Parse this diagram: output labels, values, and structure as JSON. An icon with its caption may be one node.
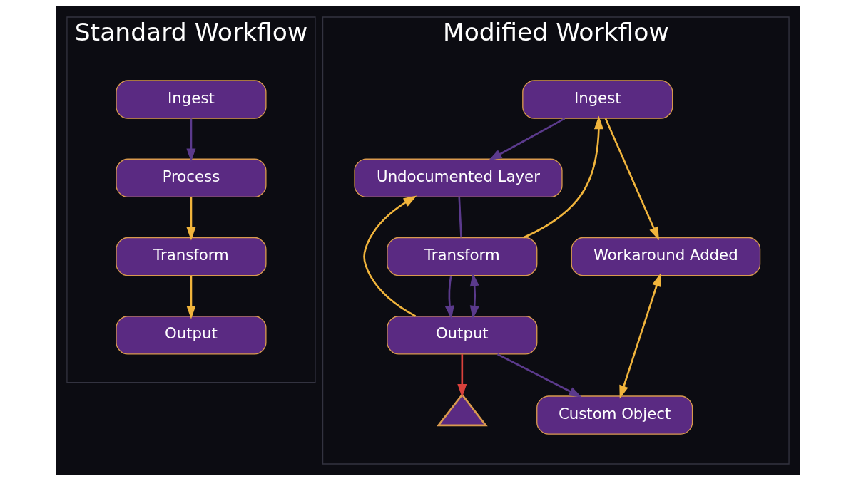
{
  "diagram": {
    "nodes": [
      {
        "text": [
          "Standard Workflow"
        ]
      },
      {
        "text": [
          "Ingest"
        ],
        "in": 0
      },
      {
        "text": [
          "Process"
        ],
        "in": 0
      },
      {
        "text": [
          "Transform"
        ],
        "in": 0
      },
      {
        "text": [
          "Output"
        ],
        "in": 0
      },
      {
        "text": [
          "Modified Workflow"
        ]
      },
      {
        "text": [
          "Ingest"
        ],
        "in": 5
      },
      {
        "text": [
          "Custom Object"
        ],
        "in": 5
      },
      {
        "text": [
          "Undocumented Layer"
        ],
        "in": 5
      },
      {
        "text": [
          "Transform"
        ],
        "in": 5
      },
      {
        "text": [
          "Workaround Added"
        ],
        "in": 5
      },
      {
        "text": [
          "Output"
        ],
        "in": 5
      },
      {
        "text": [],
        "shape": "triangle",
        "in": 5
      }
    ],
    "edges": [
      {
        "from": 1,
        "to": 2,
        "arrow": "to",
        "color": "#5b3a8c"
      },
      {
        "from": 2,
        "to": 3,
        "arrow": "to",
        "color": "#f0b43c"
      },
      {
        "from": 3,
        "to": 4,
        "arrow": "to",
        "color": "#f0b43c"
      },
      {
        "from": 6,
        "to": 8,
        "arrow": "to",
        "color": "#5b3a8c"
      },
      {
        "from": 9,
        "to": 6,
        "arrow": "to",
        "color": "#f0b43c"
      },
      {
        "from": 6,
        "to": 10,
        "arrow": "to",
        "color": "#f0b43c"
      },
      {
        "from": 11,
        "to": 8,
        "arrow": "to",
        "color": "#f0b43c"
      },
      {
        "from": 10,
        "to": 7,
        "arrow": "both",
        "color": "#f0b43c"
      },
      {
        "from": 11,
        "to": 7,
        "arrow": "to",
        "color": "#5b3a8c"
      },
      {
        "from": 8,
        "to": 9,
        "arrow": "none",
        "color": "#5b3a8c"
      },
      {
        "from": 11,
        "to": 9,
        "arrow": "both",
        "color": "#5b3a8c"
      },
      {
        "from": 9,
        "to": 11,
        "arrow": "to",
        "color": "#5b3a8c"
      },
      {
        "from": 11,
        "to": 12,
        "arrow": "to",
        "color": "#d9413c"
      }
    ]
  }
}
